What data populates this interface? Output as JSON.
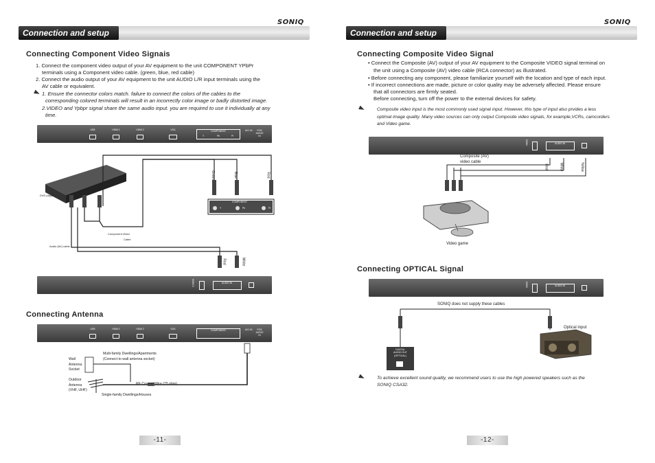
{
  "brand": "SONIQ",
  "left": {
    "header": "Connection and setup",
    "component": {
      "title": "Connecting Component Video Signais",
      "steps": [
        "1.  Connect the component video output of your AV equipment to the unit COMPONENT YPbPr",
        "terminals using a Component video cable. (green, blue, red cable)",
        "2.  Connect the audio output of your AV equipment to the unit  AUDIO L/R input terminals using the",
        "AV cable or equivalent."
      ],
      "notes": [
        "1. Ensure the connector colors match. failure to connect the colors of the cables to the",
        "corresponding colored terminals will result in an incorrectly color image or badly distorted image.",
        "2.VIDEO and Ypbpr signal share the same audio input. you are required to use it individually at any",
        "time."
      ]
    },
    "component_diagram": {
      "ports": [
        "USB",
        "HDMI 1",
        "HDMI 2",
        "VGA"
      ],
      "component_label": "COMPONENT",
      "component_pins": [
        "Y",
        "Pb",
        "Pr"
      ],
      "avin_label": "AV1 IN",
      "audio_label": "PCB AUDIO IN",
      "cable_colors": [
        "Green",
        "Blue",
        "Red"
      ],
      "dvd_label": "DVD player",
      "component_cable": "Component Video",
      "component_cable_2": "Cable",
      "av_cable": "Audio (AV) cable",
      "audio_cable_colors": [
        "Red",
        "White"
      ],
      "bottom_panel_label": "AUDIO IN",
      "bottom_port": "HDMI 3"
    },
    "antenna": {
      "title": "Connecting Antenna",
      "wall_socket": [
        "Wall",
        "Antenna",
        "Socket"
      ],
      "outdoor": [
        "Outdoor",
        "Antenna",
        "(VHF, UHF)"
      ],
      "multi_family": "Multi-family Dwellings/Apartments",
      "multi_family_2": "(Connect to wall antenna socket)",
      "single_family": "Single-family Dwellings/Houses",
      "rf_cable": "RF Coaxial Wire (75 ohm)"
    },
    "page_number": "-11-"
  },
  "right": {
    "header": "Connection and setup",
    "composite": {
      "title": "Connecting Composite Video Signal",
      "bullets": [
        "•  Connect the Composite (AV) output of your AV equipment to the Composite VIDEO signal terminal on",
        "the unit using a Composite (AV) video cable (RCA connector) as illustrated.",
        "•  Before connecting any component, please familiarize yourself with the location and type of each input.",
        "•  If incorrect connections are made, picture or color quality may be adversely affected. Please ensure",
        "that all connectors are firmly seated.",
        "Before connecting, turn off the power to the external devices for safety."
      ],
      "notes": [
        "Composite video input is the most commonly used signal input. However, this type of input also prvides a less",
        "optimal image quality. Many video sources can only output Composite video signals, for example,VCRs, camcorders",
        "and Video game."
      ],
      "cable_label": "Composite (AV)",
      "cable_label_2": "video cable",
      "cable_colors": [
        "Red",
        "White",
        "Yellow"
      ],
      "device_label": "Video game",
      "panel_label": "AUDIO IN"
    },
    "optical": {
      "title": "Connecting OPTICAL Signal",
      "supply_note": "SONIQ does not supply these cables",
      "optical_input": "Optical input",
      "digital_out": [
        "DIGITAL",
        "AUDIO OUT",
        "(OPTICAL)"
      ],
      "note": [
        "To achieve excellent sound quality, we recommend users to use the high powered speakers such as the",
        "SONIQ CSA32."
      ]
    },
    "page_number": "-12-"
  }
}
